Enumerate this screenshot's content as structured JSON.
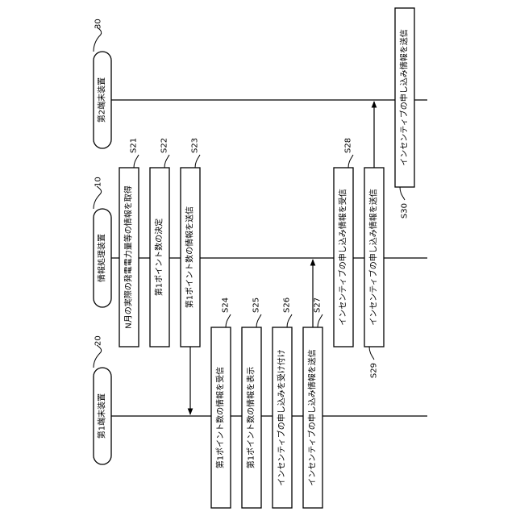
{
  "actors": {
    "second_terminal": {
      "label": "第2端末装置",
      "ref": "30"
    },
    "info_processor": {
      "label": "情報処理装置",
      "ref": "10"
    },
    "first_terminal": {
      "label": "第1端末装置",
      "ref": "20"
    }
  },
  "steps": [
    {
      "id": "S21",
      "text": "N月の実際の発電電力量等の情報を取得"
    },
    {
      "id": "S22",
      "text": "第1ポイント数の決定"
    },
    {
      "id": "S23",
      "text": "第1ポイント数の情報を送信"
    },
    {
      "id": "S24",
      "text": "第1ポイント数の情報を受信"
    },
    {
      "id": "S25",
      "text": "第1ポイント数の情報を表示"
    },
    {
      "id": "S26",
      "text": "インセンティブの申し込みを受け付け"
    },
    {
      "id": "S27",
      "text": "インセンティブの申し込み情報を送信"
    },
    {
      "id": "S28",
      "text": "インセンティブの申し込み情報を受信"
    },
    {
      "id": "S29",
      "text": "インセンティブの申し込み情報を送信"
    },
    {
      "id": "S30",
      "text": "インセンティブの申し込み情報を送信"
    }
  ]
}
